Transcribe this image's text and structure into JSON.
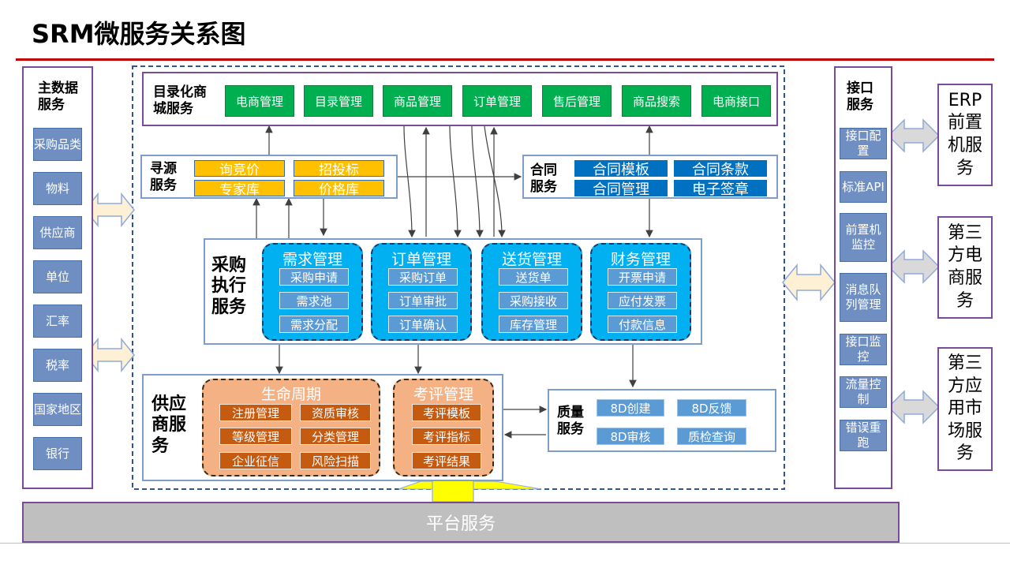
{
  "title": "SRM微服务关系图",
  "master": {
    "title": "主数据服务",
    "items": [
      "采购品类",
      "物料",
      "供应商",
      "单位",
      "汇率",
      "税率",
      "国家地区",
      "银行"
    ]
  },
  "mall": {
    "title": "目录化商城服务",
    "items": [
      "电商管理",
      "目录管理",
      "商品管理",
      "订单管理",
      "售后管理",
      "商品搜索",
      "电商接口"
    ]
  },
  "sourcing": {
    "title": "寻源服务",
    "items": [
      "询竞价",
      "招投标",
      "专家库",
      "价格库"
    ]
  },
  "contract": {
    "title": "合同服务",
    "items": [
      "合同模板",
      "合同条款",
      "合同管理",
      "电子签章"
    ]
  },
  "execution": {
    "title": "采购执行服务",
    "groups": [
      {
        "title": "需求管理",
        "items": [
          "采购申请",
          "需求池",
          "需求分配"
        ]
      },
      {
        "title": "订单管理",
        "items": [
          "采购订单",
          "订单审批",
          "订单确认"
        ]
      },
      {
        "title": "送货管理",
        "items": [
          "送货单",
          "采购接收",
          "库存管理"
        ]
      },
      {
        "title": "财务管理",
        "items": [
          "开票申请",
          "应付发票",
          "付款信息"
        ]
      }
    ]
  },
  "supplier": {
    "title": "供应商服务",
    "lifecycle": {
      "title": "生命周期",
      "items": [
        "注册管理",
        "资质审核",
        "等级管理",
        "分类管理",
        "企业征信",
        "风险扫描"
      ]
    },
    "evaluation": {
      "title": "考评管理",
      "items": [
        "考评模板",
        "考评指标",
        "考评结果"
      ]
    }
  },
  "quality": {
    "title": "质量服务",
    "items": [
      "8D创建",
      "8D反馈",
      "8D审核",
      "质检查询"
    ]
  },
  "interface": {
    "title": "接口服务",
    "items": [
      "接口配置",
      "标准API",
      "前置机监控",
      "消息队列管理",
      "接口监控",
      "流量控制",
      "错误重跑"
    ]
  },
  "external": [
    "ERP前置机服务",
    "第三方电商服务",
    "第三方应用市场服务"
  ],
  "platform": "平台服务",
  "colors": {
    "title_line": "#c00000",
    "frame": "#7a4b9a",
    "green": "#00b050",
    "cyan": "#00b0f0",
    "orange": "#f4b183"
  }
}
